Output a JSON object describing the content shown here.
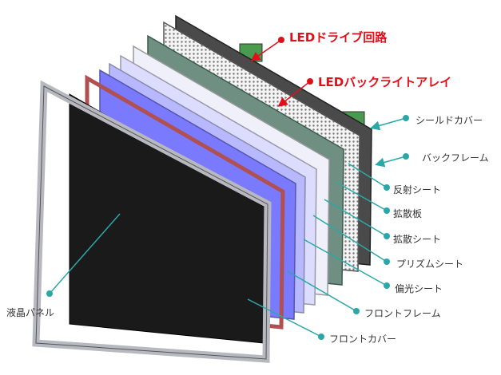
{
  "red_labels": {
    "driver": "LEDドライブ回路",
    "array": "LEDバックライトアレイ"
  },
  "labels": {
    "shield_cover": "シールドカバー",
    "back_frame": "バックフレーム",
    "reflector": "反射シート",
    "diffuser_plate": "拡散板",
    "diffuser_sheet": "拡散シート",
    "prism_sheet": "プリズムシート",
    "polarizer": "偏光シート",
    "front_frame": "フロントフレーム",
    "front_cover": "フロントカバー",
    "lcd_panel": "液晶パネル"
  },
  "colors": {
    "callout": "#2aa8a8",
    "red": "#e0101a"
  }
}
